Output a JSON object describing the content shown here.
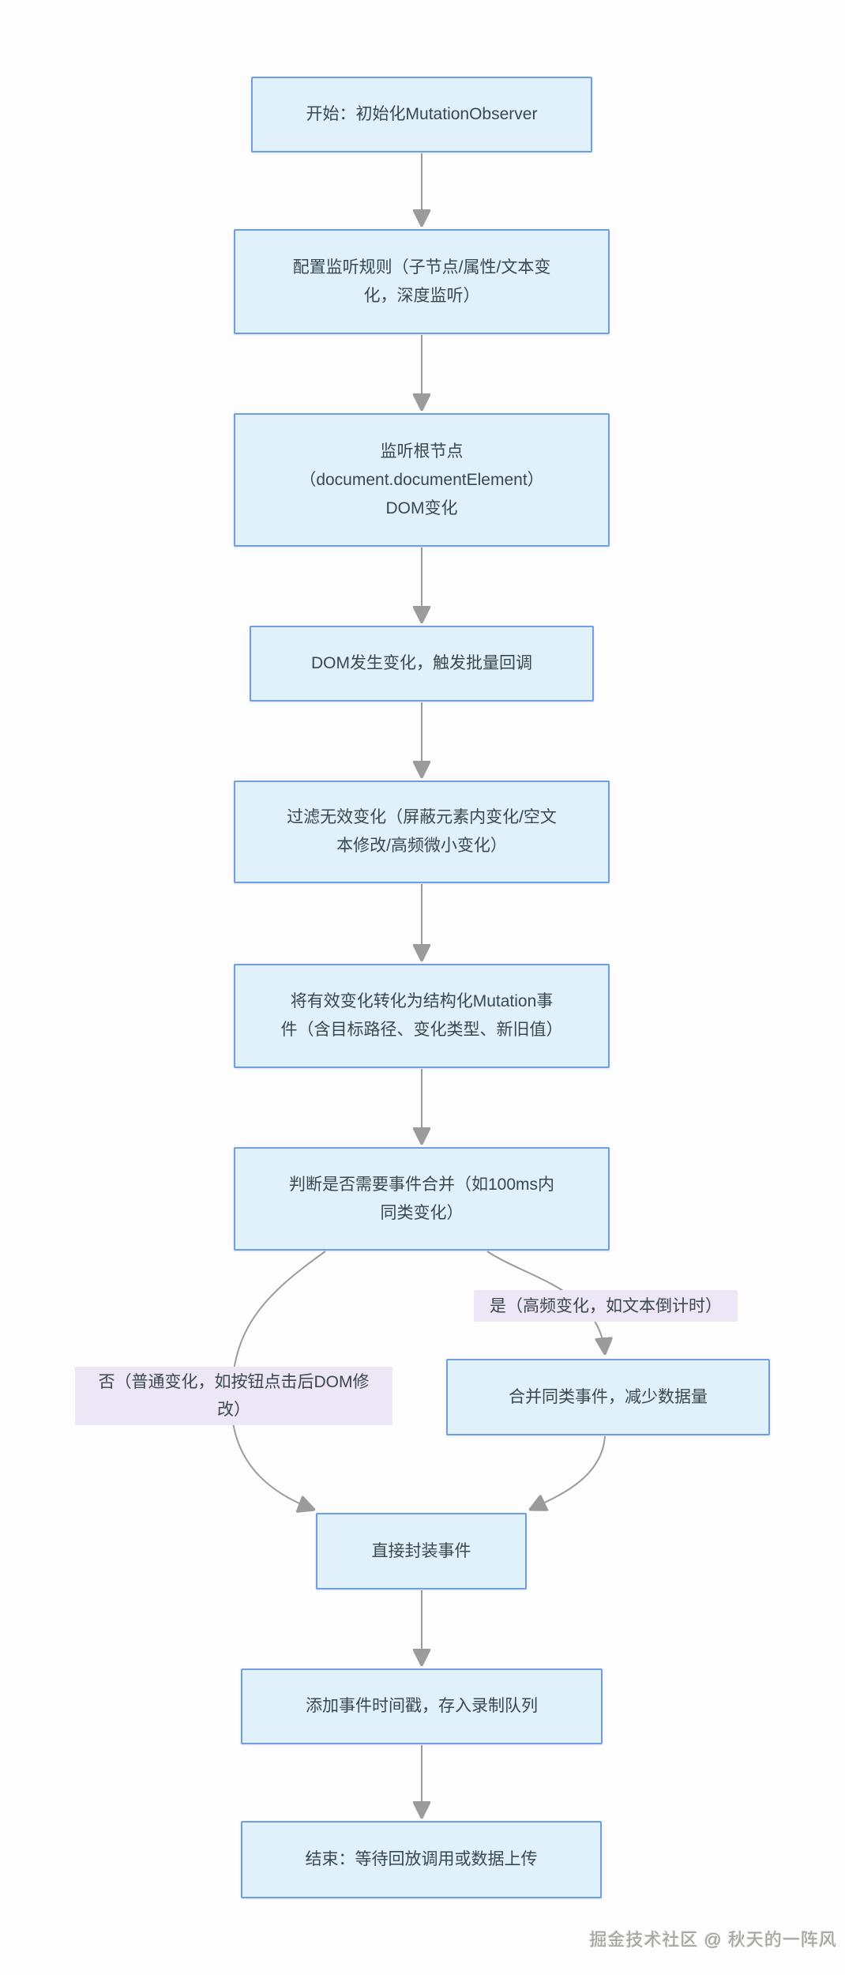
{
  "diagram": {
    "background": "#fdfdfd",
    "node_fill": "#e1f1fb",
    "node_border": "#6d9ee6",
    "node_text": "#3b474f",
    "arrow": "#9b9b9b",
    "label_bg": "#ede6f7",
    "watermark_color": "#a5a19d"
  },
  "nodes": {
    "start": {
      "text": "开始：初始化MutationObserver"
    },
    "config": {
      "text": "配置监听规则（子节点/属性/文本变\n化，深度监听）"
    },
    "observe": {
      "text": "监听根节点\n（document.documentElement）\nDOM变化"
    },
    "dom_change": {
      "text": "DOM发生变化，触发批量回调"
    },
    "filter": {
      "text": "过滤无效变化（屏蔽元素内变化/空文\n本修改/高频微小变化）"
    },
    "transform": {
      "text": "将有效变化转化为结构化Mutation事\n件（含目标路径、变化类型、新旧值）"
    },
    "decision": {
      "text": "判断是否需要事件合并（如100ms内\n同类变化）"
    },
    "merge": {
      "text": "合并同类事件，减少数据量"
    },
    "wrap": {
      "text": "直接封装事件"
    },
    "timestamp": {
      "text": "添加事件时间戳，存入录制队列"
    },
    "end": {
      "text": "结束：等待回放调用或数据上传"
    }
  },
  "edge_labels": {
    "yes": "是（高频变化，如文本倒计时）",
    "no": "否（普通变化，如按钮点击后DOM修\n改）"
  },
  "watermark": "掘金技术社区 @ 秋天的一阵风"
}
